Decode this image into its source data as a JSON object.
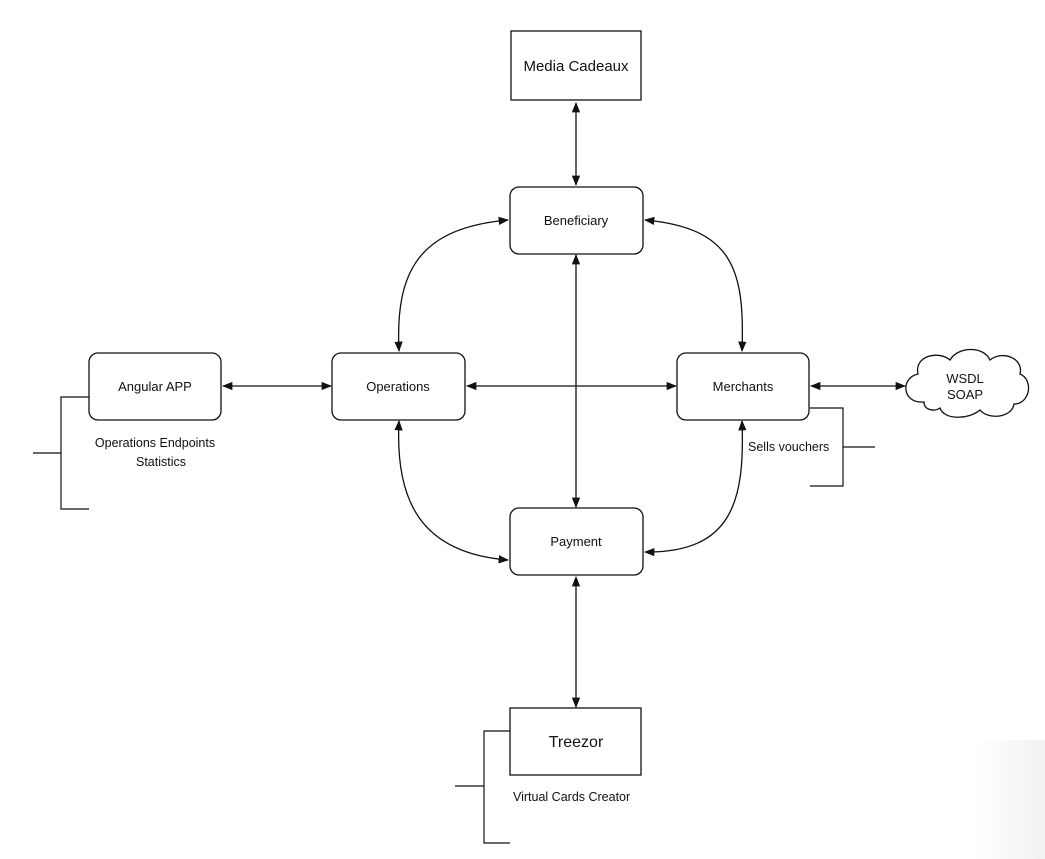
{
  "nodes": {
    "media_cadeaux": "Media Cadeaux",
    "beneficiary": "Beneficiary",
    "operations": "Operations",
    "merchants": "Merchants",
    "payment": "Payment",
    "angular_app": "Angular APP",
    "treezor": "Treezor",
    "wsdl": [
      "WSDL",
      "SOAP"
    ]
  },
  "annotations": {
    "angular_app": [
      "Operations Endpoints",
      "Statistics"
    ],
    "merchants": "Sells vouchers",
    "treezor": "Virtual Cards Creator"
  },
  "edges": [
    {
      "from": "media_cadeaux",
      "to": "beneficiary",
      "direction": "both"
    },
    {
      "from": "beneficiary",
      "to": "payment",
      "direction": "both"
    },
    {
      "from": "beneficiary",
      "to": "operations",
      "direction": "both"
    },
    {
      "from": "beneficiary",
      "to": "merchants",
      "direction": "both"
    },
    {
      "from": "operations",
      "to": "payment",
      "direction": "both"
    },
    {
      "from": "merchants",
      "to": "payment",
      "direction": "both"
    },
    {
      "from": "angular_app",
      "to": "operations",
      "direction": "both"
    },
    {
      "from": "operations",
      "to": "merchants",
      "direction": "both"
    },
    {
      "from": "merchants",
      "to": "wsdl",
      "direction": "both"
    },
    {
      "from": "payment",
      "to": "treezor",
      "direction": "both"
    }
  ]
}
